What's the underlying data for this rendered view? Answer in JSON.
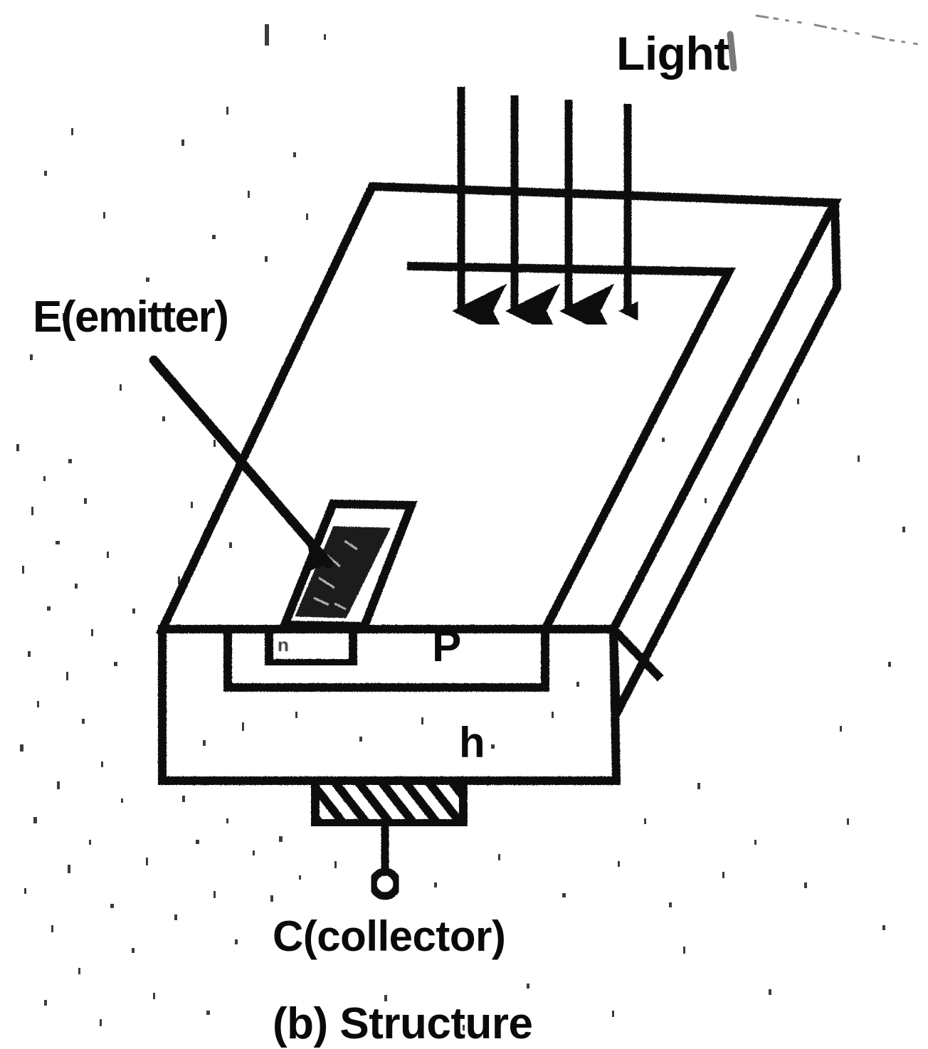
{
  "figure": {
    "caption": "(b) Structure",
    "labels": {
      "light": "Light",
      "emitter": "E(emitter)",
      "collector": "C(collector)",
      "base_region": "P",
      "substrate_region": "h",
      "emitter_region_mark": "n"
    },
    "colors": {
      "ink": "#0a0a0a",
      "paper": "#ffffff",
      "hatch": "#0a0a0a"
    },
    "elements": {
      "light_arrow_count": 4,
      "semiconductor_block": "isometric-slab",
      "collector_contact": "hatched-metal-pad",
      "collector_terminal": "open-circle-lead"
    }
  }
}
